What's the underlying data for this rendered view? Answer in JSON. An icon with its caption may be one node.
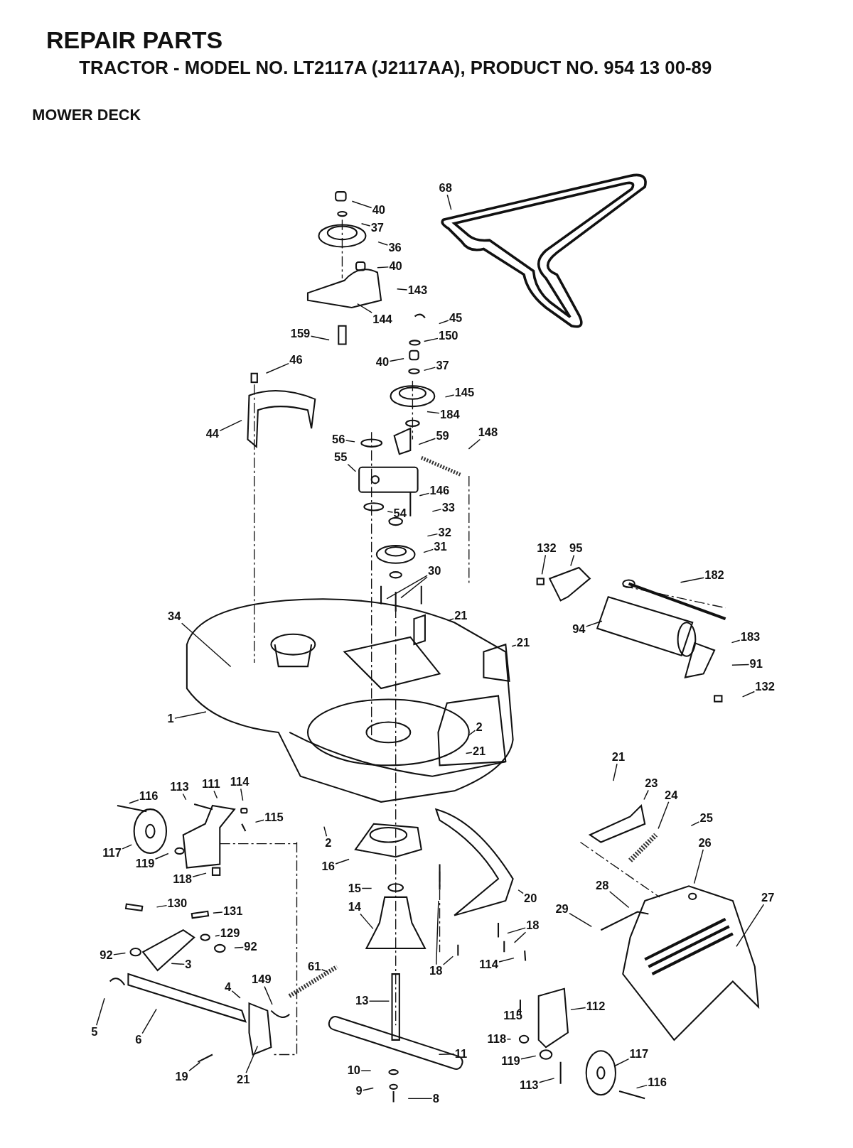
{
  "diagram": {
    "title": "REPAIR PARTS",
    "labels": [
      "TRACTOR - MODEL NO. LT2117A (J2117AA),  PRODUCT NO. 954 13 00-89",
      "MOWER DECK"
    ],
    "nodes": [
      {
        "text": [
          "40"
        ]
      },
      {
        "text": [
          "37"
        ]
      },
      {
        "text": [
          "36"
        ]
      },
      {
        "text": [
          "40"
        ]
      },
      {
        "text": [
          "143"
        ]
      },
      {
        "text": [
          "144"
        ]
      },
      {
        "text": [
          "159"
        ]
      },
      {
        "text": [
          "68"
        ]
      },
      {
        "text": [
          "45"
        ]
      },
      {
        "text": [
          "150"
        ]
      },
      {
        "text": [
          "40"
        ]
      },
      {
        "text": [
          "37"
        ]
      },
      {
        "text": [
          "145"
        ]
      },
      {
        "text": [
          "184"
        ]
      },
      {
        "text": [
          "46"
        ]
      },
      {
        "text": [
          "44"
        ]
      },
      {
        "text": [
          "56"
        ]
      },
      {
        "text": [
          "59"
        ]
      },
      {
        "text": [
          "148"
        ]
      },
      {
        "text": [
          "55"
        ]
      },
      {
        "text": [
          "146"
        ]
      },
      {
        "text": [
          "54"
        ]
      },
      {
        "text": [
          "33"
        ]
      },
      {
        "text": [
          "32"
        ]
      },
      {
        "text": [
          "31"
        ]
      },
      {
        "text": [
          "30"
        ]
      },
      {
        "text": [
          "132"
        ]
      },
      {
        "text": [
          "95"
        ]
      },
      {
        "text": [
          "182"
        ]
      },
      {
        "text": [
          "21"
        ]
      },
      {
        "text": [
          "21"
        ]
      },
      {
        "text": [
          "34"
        ]
      },
      {
        "text": [
          "94"
        ]
      },
      {
        "text": [
          "183"
        ]
      },
      {
        "text": [
          "91"
        ]
      },
      {
        "text": [
          "132"
        ]
      },
      {
        "text": [
          "1"
        ]
      },
      {
        "text": [
          "2"
        ]
      },
      {
        "text": [
          "21"
        ]
      },
      {
        "text": [
          "21"
        ]
      },
      {
        "text": [
          "114"
        ]
      },
      {
        "text": [
          "113"
        ]
      },
      {
        "text": [
          "111"
        ]
      },
      {
        "text": [
          "116"
        ]
      },
      {
        "text": [
          "115"
        ]
      },
      {
        "text": [
          "23"
        ]
      },
      {
        "text": [
          "24"
        ]
      },
      {
        "text": [
          "25"
        ]
      },
      {
        "text": [
          "2"
        ]
      },
      {
        "text": [
          "16"
        ]
      },
      {
        "text": [
          "26"
        ]
      },
      {
        "text": [
          "117"
        ]
      },
      {
        "text": [
          "119"
        ]
      },
      {
        "text": [
          "118"
        ]
      },
      {
        "text": [
          "15"
        ]
      },
      {
        "text": [
          "20"
        ]
      },
      {
        "text": [
          "28"
        ]
      },
      {
        "text": [
          "27"
        ]
      },
      {
        "text": [
          "130"
        ]
      },
      {
        "text": [
          "131"
        ]
      },
      {
        "text": [
          "14"
        ]
      },
      {
        "text": [
          "29"
        ]
      },
      {
        "text": [
          "18"
        ]
      },
      {
        "text": [
          "129"
        ]
      },
      {
        "text": [
          "92"
        ]
      },
      {
        "text": [
          "92"
        ]
      },
      {
        "text": [
          "3"
        ]
      },
      {
        "text": [
          "114"
        ]
      },
      {
        "text": [
          "18"
        ]
      },
      {
        "text": [
          "61"
        ]
      },
      {
        "text": [
          "149"
        ]
      },
      {
        "text": [
          "4"
        ]
      },
      {
        "text": [
          "5"
        ]
      },
      {
        "text": [
          "6"
        ]
      },
      {
        "text": [
          "13"
        ]
      },
      {
        "text": [
          "112"
        ]
      },
      {
        "text": [
          "115"
        ]
      },
      {
        "text": [
          "118"
        ]
      },
      {
        "text": [
          "11"
        ]
      },
      {
        "text": [
          "117"
        ]
      },
      {
        "text": [
          "119"
        ]
      },
      {
        "text": [
          "10"
        ]
      },
      {
        "text": [
          "19"
        ]
      },
      {
        "text": [
          "21"
        ]
      },
      {
        "text": [
          "116"
        ]
      },
      {
        "text": [
          "9"
        ]
      },
      {
        "text": [
          "113"
        ]
      },
      {
        "text": [
          "8"
        ]
      }
    ],
    "edges": [
      {
        "from": 0,
        "to": null,
        "arrow": "none"
      },
      {
        "from": 1,
        "to": null,
        "arrow": "none"
      },
      {
        "from": 2,
        "to": null,
        "arrow": "none"
      },
      {
        "from": 3,
        "to": null,
        "arrow": "none"
      },
      {
        "from": 4,
        "to": null,
        "arrow": "none"
      },
      {
        "from": 5,
        "to": null,
        "arrow": "none"
      },
      {
        "from": 6,
        "to": null,
        "arrow": "none"
      },
      {
        "from": 7,
        "to": null,
        "arrow": "none"
      },
      {
        "from": 8,
        "to": null,
        "arrow": "none"
      },
      {
        "from": 9,
        "to": null,
        "arrow": "none"
      },
      {
        "from": 10,
        "to": null,
        "arrow": "none"
      },
      {
        "from": 11,
        "to": null,
        "arrow": "none"
      },
      {
        "from": 12,
        "to": null,
        "arrow": "none"
      },
      {
        "from": 13,
        "to": null,
        "arrow": "none"
      },
      {
        "from": 14,
        "to": null,
        "arrow": "none"
      },
      {
        "from": 15,
        "to": null,
        "arrow": "none"
      },
      {
        "from": 16,
        "to": null,
        "arrow": "none"
      },
      {
        "from": 17,
        "to": null,
        "arrow": "none"
      },
      {
        "from": 18,
        "to": null,
        "arrow": "none"
      },
      {
        "from": 19,
        "to": null,
        "arrow": "none"
      },
      {
        "from": 20,
        "to": null,
        "arrow": "none"
      },
      {
        "from": 21,
        "to": null,
        "arrow": "none"
      },
      {
        "from": 22,
        "to": null,
        "arrow": "none"
      },
      {
        "from": 23,
        "to": null,
        "arrow": "none"
      },
      {
        "from": 24,
        "to": null,
        "arrow": "none"
      },
      {
        "from": 25,
        "to": null,
        "arrow": "none"
      },
      {
        "from": 25,
        "to": null,
        "arrow": "none"
      },
      {
        "from": 26,
        "to": null,
        "arrow": "none"
      },
      {
        "from": 27,
        "to": null,
        "arrow": "none"
      },
      {
        "from": 28,
        "to": null,
        "arrow": "none"
      },
      {
        "from": 29,
        "to": null,
        "arrow": "none"
      },
      {
        "from": 30,
        "to": null,
        "arrow": "none"
      },
      {
        "from": 31,
        "to": null,
        "arrow": "none"
      },
      {
        "from": 32,
        "to": null,
        "arrow": "none"
      },
      {
        "from": 33,
        "to": null,
        "arrow": "none"
      },
      {
        "from": 34,
        "to": null,
        "arrow": "none"
      },
      {
        "from": 35,
        "to": null,
        "arrow": "none"
      },
      {
        "from": 36,
        "to": null,
        "arrow": "none"
      },
      {
        "from": 37,
        "to": null,
        "arrow": "none"
      },
      {
        "from": 38,
        "to": null,
        "arrow": "none"
      },
      {
        "from": 39,
        "to": null,
        "arrow": "none"
      },
      {
        "from": 40,
        "to": null,
        "arrow": "none"
      },
      {
        "from": 41,
        "to": null,
        "arrow": "none"
      },
      {
        "from": 42,
        "to": null,
        "arrow": "none"
      },
      {
        "from": 43,
        "to": null,
        "arrow": "none"
      },
      {
        "from": 44,
        "to": null,
        "arrow": "none"
      },
      {
        "from": 45,
        "to": null,
        "arrow": "none"
      },
      {
        "from": 46,
        "to": null,
        "arrow": "none"
      },
      {
        "from": 47,
        "to": null,
        "arrow": "none"
      },
      {
        "from": 48,
        "to": null,
        "arrow": "none"
      },
      {
        "from": 49,
        "to": null,
        "arrow": "none"
      },
      {
        "from": 50,
        "to": null,
        "arrow": "none"
      },
      {
        "from": 51,
        "to": null,
        "arrow": "none"
      },
      {
        "from": 52,
        "to": null,
        "arrow": "none"
      },
      {
        "from": 53,
        "to": null,
        "arrow": "none"
      },
      {
        "from": 54,
        "to": null,
        "arrow": "none"
      },
      {
        "from": 55,
        "to": null,
        "arrow": "none"
      },
      {
        "from": 56,
        "to": null,
        "arrow": "none"
      },
      {
        "from": 57,
        "to": null,
        "arrow": "none"
      },
      {
        "from": 58,
        "to": null,
        "arrow": "none"
      },
      {
        "from": 59,
        "to": null,
        "arrow": "none"
      },
      {
        "from": 60,
        "to": null,
        "arrow": "none"
      },
      {
        "from": 61,
        "to": null,
        "arrow": "none"
      },
      {
        "from": 62,
        "to": null,
        "arrow": "none"
      },
      {
        "from": 62,
        "to": null,
        "arrow": "none"
      },
      {
        "from": 63,
        "to": null,
        "arrow": "none"
      },
      {
        "from": 64,
        "to": null,
        "arrow": "none"
      },
      {
        "from": 65,
        "to": null,
        "arrow": "none"
      },
      {
        "from": 66,
        "to": null,
        "arrow": "none"
      },
      {
        "from": 67,
        "to": null,
        "arrow": "none"
      },
      {
        "from": 68,
        "to": null,
        "arrow": "none"
      },
      {
        "from": 68,
        "to": null,
        "arrow": "none"
      },
      {
        "from": 69,
        "to": null,
        "arrow": "none"
      },
      {
        "from": 70,
        "to": null,
        "arrow": "none"
      },
      {
        "from": 71,
        "to": null,
        "arrow": "none"
      },
      {
        "from": 72,
        "to": null,
        "arrow": "none"
      },
      {
        "from": 73,
        "to": null,
        "arrow": "none"
      },
      {
        "from": 74,
        "to": null,
        "arrow": "none"
      },
      {
        "from": 75,
        "to": null,
        "arrow": "none"
      },
      {
        "from": 76,
        "to": null,
        "arrow": "none"
      },
      {
        "from": 77,
        "to": null,
        "arrow": "none"
      },
      {
        "from": 78,
        "to": null,
        "arrow": "none"
      },
      {
        "from": 79,
        "to": null,
        "arrow": "none"
      },
      {
        "from": 80,
        "to": null,
        "arrow": "none"
      },
      {
        "from": 81,
        "to": null,
        "arrow": "none"
      },
      {
        "from": 82,
        "to": null,
        "arrow": "none"
      },
      {
        "from": 83,
        "to": null,
        "arrow": "none"
      },
      {
        "from": 84,
        "to": null,
        "arrow": "none"
      },
      {
        "from": 85,
        "to": null,
        "arrow": "none"
      },
      {
        "from": 86,
        "to": null,
        "arrow": "none"
      },
      {
        "from": 87,
        "to": null,
        "arrow": "none"
      }
    ]
  }
}
